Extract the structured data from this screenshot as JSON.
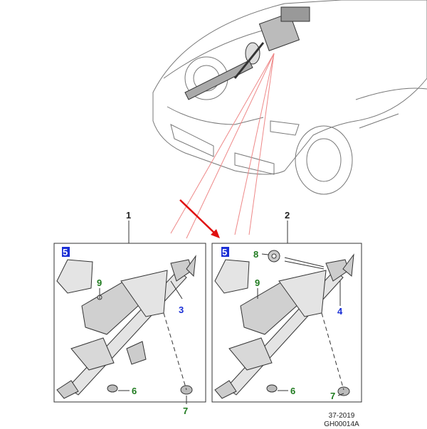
{
  "callouts": {
    "c1": "1",
    "c2": "2",
    "c3": "3",
    "c4": "4",
    "c5a": "5",
    "c5b": "5",
    "c6a": "6",
    "c6b": "6",
    "c7a": "7",
    "c7b": "7",
    "c8": "8",
    "c9a": "9",
    "c9b": "9"
  },
  "footer": {
    "date_code": "37-2019",
    "illustration_id": "GH00014A"
  },
  "colors": {
    "blue_label": "#1a2fd6",
    "green_label": "#1e7a1e",
    "highlight": "#1a2fd6",
    "leader_red": "#e05050",
    "arrow_red": "#e01010"
  }
}
